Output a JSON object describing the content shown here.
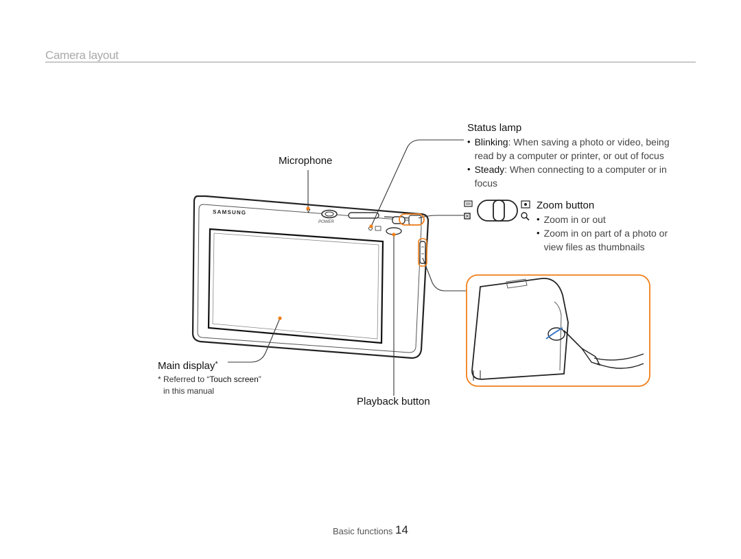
{
  "header": {
    "section_title": "Camera layout"
  },
  "labels": {
    "microphone": "Microphone",
    "status_lamp": {
      "title": "Status lamp",
      "items": [
        {
          "term": "Blinking",
          "text": ": When saving a photo or video, being read by a computer or printer, or out of focus"
        },
        {
          "term": "Steady",
          "text": ": When connecting to a computer or in focus"
        }
      ]
    },
    "zoom_button": {
      "title": "Zoom button",
      "items": [
        "Zoom in or out",
        "Zoom in on part of a photo or view files as thumbnails"
      ]
    },
    "main_display": {
      "title": "Main display",
      "asterisk": "*",
      "note_prefix": "* Referred to “",
      "note_term": "Touch screen",
      "note_suffix": "”",
      "note_line2": "in this manual"
    },
    "playback_button": "Playback button"
  },
  "camera": {
    "brand": "SAMSUNG",
    "power_label": "POWER"
  },
  "footer": {
    "section": "Basic functions",
    "page": "14"
  },
  "colors": {
    "callout": "#f07f1a",
    "line": "#333333"
  }
}
